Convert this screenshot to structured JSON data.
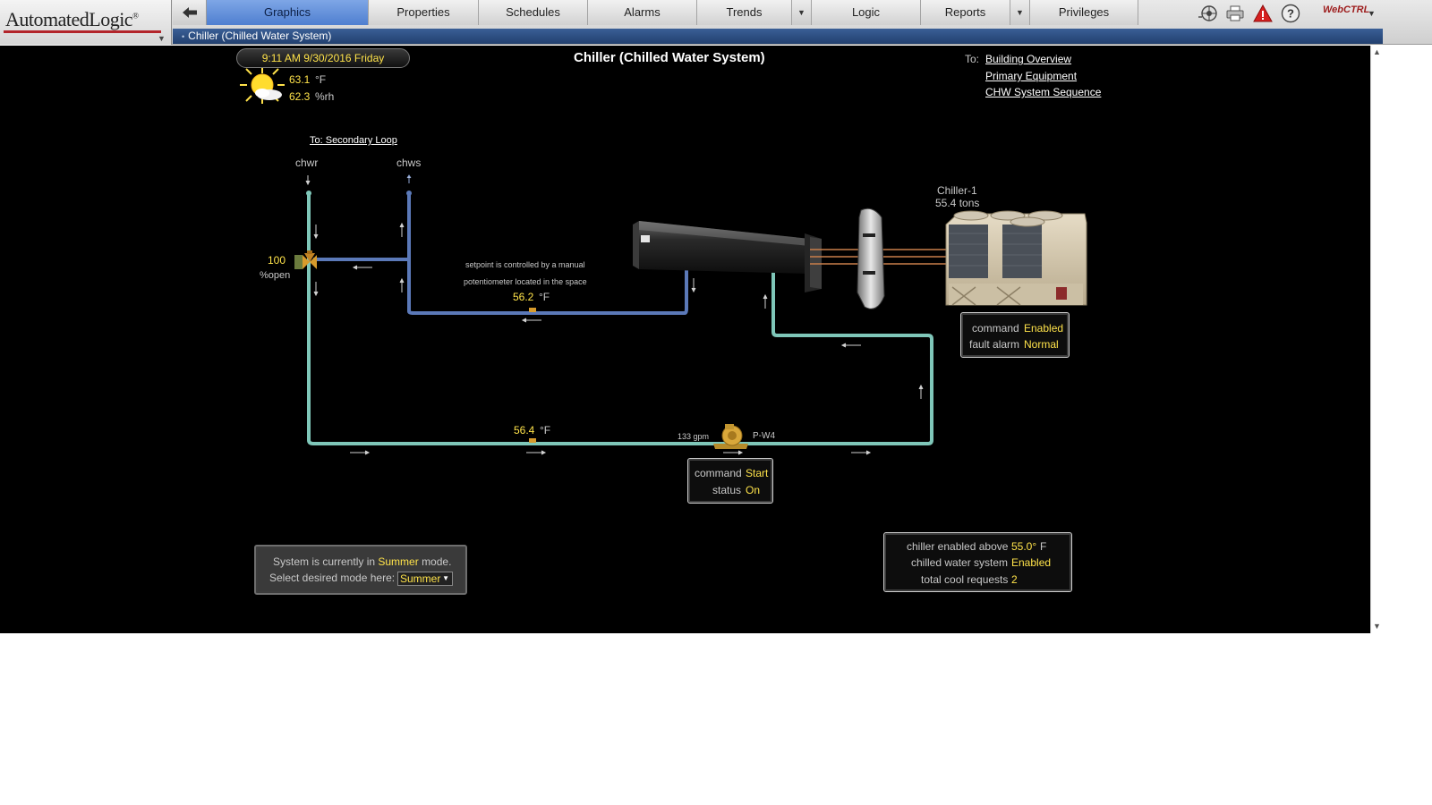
{
  "brand": {
    "logo_text": "AutomatedLogic",
    "logo_mark": "®",
    "product": "WebCTRL"
  },
  "nav": {
    "back_icon": "back-arrow-icon",
    "tabs": [
      {
        "label": "Graphics",
        "active": true
      },
      {
        "label": "Properties"
      },
      {
        "label": "Schedules"
      },
      {
        "label": "Alarms"
      },
      {
        "label": "Trends"
      },
      {
        "label": "Logic"
      },
      {
        "label": "Reports"
      },
      {
        "label": "Privileges"
      }
    ]
  },
  "toolbar": {
    "icons": [
      "view-icon",
      "print-icon",
      "alarm-warning-icon",
      "help-icon"
    ]
  },
  "breadcrumb": {
    "current": "Chiller (Chilled Water System)"
  },
  "graphic": {
    "datetime": "9:11 AM  9/30/2016 Friday",
    "weather": {
      "temp": "63.1",
      "temp_unit": "°F",
      "humidity": "62.3",
      "humidity_unit": "%rh",
      "icon": "sunny-weather-icon"
    },
    "title": "Chiller (Chilled Water System)",
    "to_label": "To:",
    "links": [
      "Building Overview",
      "Primary Equipment",
      "CHW System Sequence"
    ],
    "secondary_loop_link": "To: Secondary Loop",
    "chwr_label": "chwr",
    "chws_label": "chws",
    "valve": {
      "value": "100",
      "unit": "%open"
    },
    "setpoint_note_line1": "setpoint is controlled by a manual",
    "setpoint_note_line2": "potentiometer located in the space",
    "setpoint": {
      "value": "56.2",
      "unit": "°F"
    },
    "return_temp": {
      "value": "56.4",
      "unit": "°F"
    },
    "pump": {
      "flow": "133 gpm",
      "name": "P-W4",
      "command_label": "command",
      "command_value": "Start",
      "status_label": "status",
      "status_value": "On"
    },
    "chiller": {
      "name": "Chiller-1",
      "capacity": "55.4 tons",
      "command_label": "command",
      "command_value": "Enabled",
      "fault_label": "fault alarm",
      "fault_value": "Normal"
    },
    "mode_panel": {
      "line1_prefix": "System is currently in",
      "current_mode": "Summer",
      "line1_suffix": "mode.",
      "line2_prefix": "Select desired mode here:",
      "selected_mode": "Summer"
    },
    "system_panel": {
      "enabled_above_label": "chiller enabled above",
      "enabled_above_value": "55.0°",
      "enabled_above_unit": "F",
      "chw_system_label": "chilled water system",
      "chw_system_value": "Enabled",
      "cool_requests_label": "total cool requests",
      "cool_requests_value": "2"
    }
  },
  "colors": {
    "accent": "#ffe34a",
    "supply_pipe": "#5b79b8",
    "return_pipe": "#7fc7b9",
    "nav_active": "#5d8bd8"
  }
}
